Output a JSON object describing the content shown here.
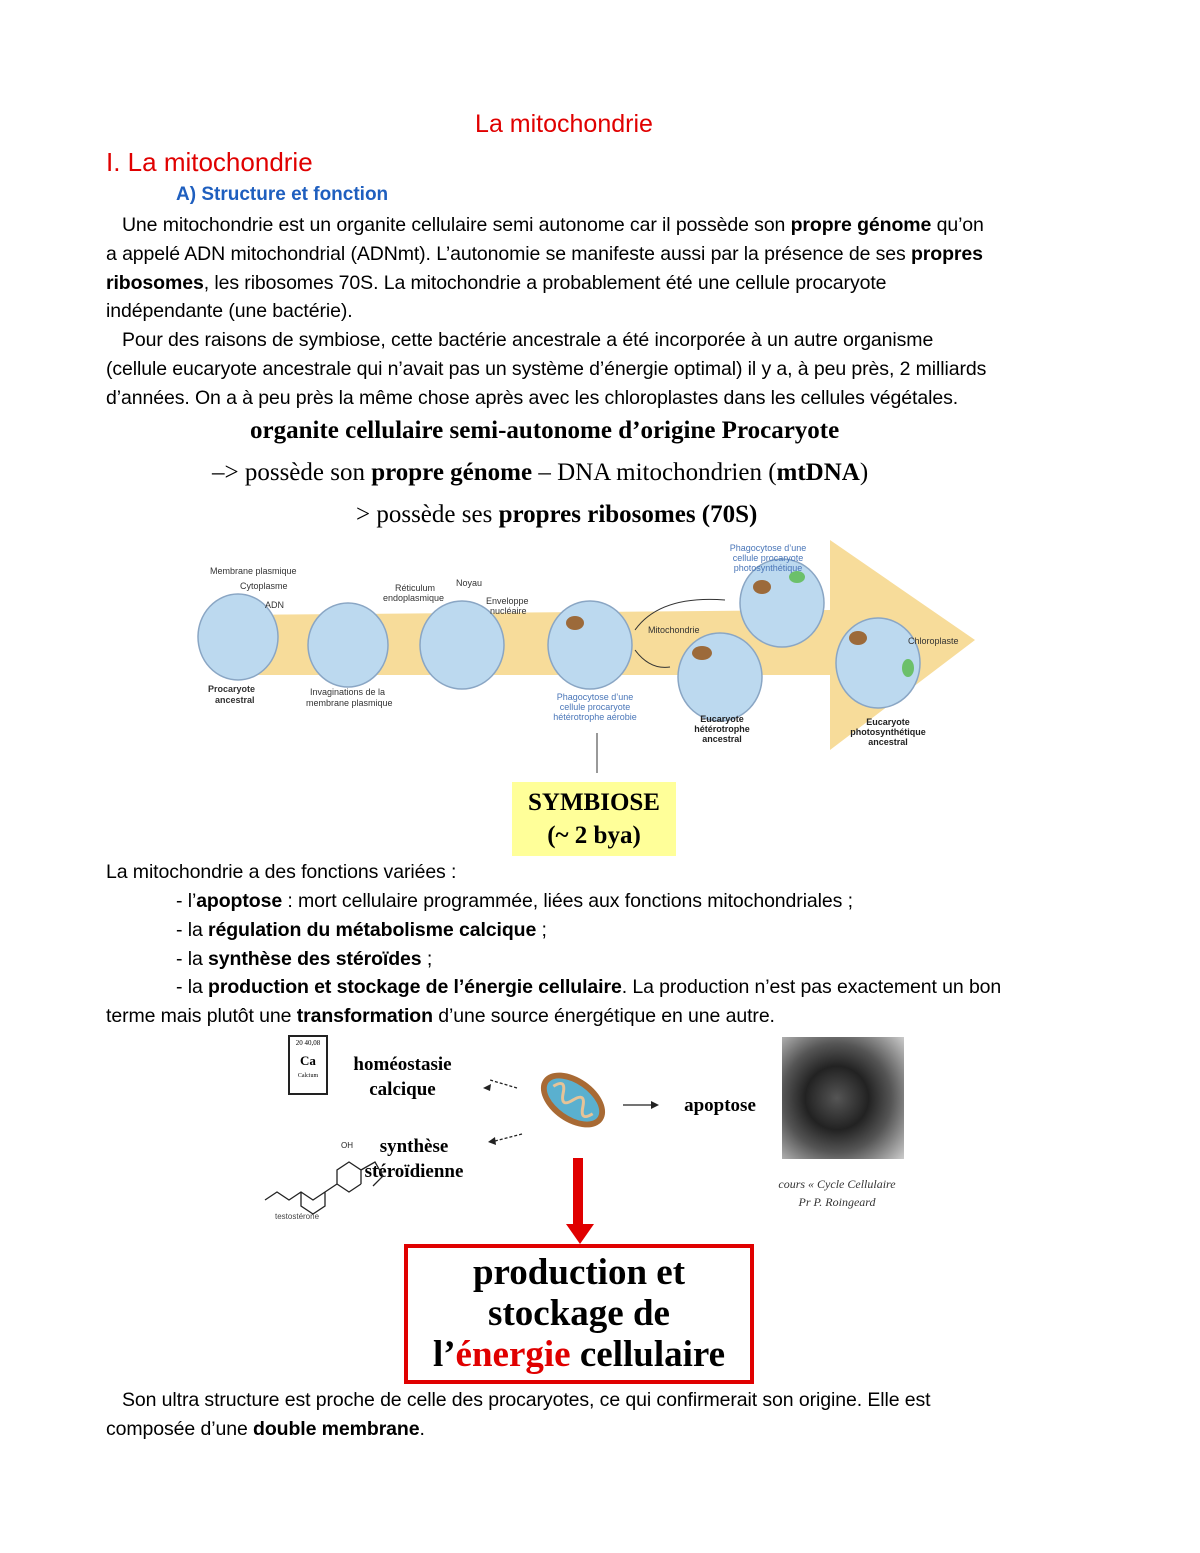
{
  "title": "La mitochondrie",
  "heading1": "I. La mitochondrie",
  "heading2": "A) Structure et fonction",
  "para1": [
    [
      {
        "t": "   Une mitochondrie est un organite cellulaire semi autonome car il possède son "
      },
      {
        "t": "propre génome",
        "b": true
      },
      {
        "t": " qu’on"
      }
    ],
    [
      {
        "t": "a appelé ADN mitochondrial (ADNmt). L’autonomie se manifeste aussi par la présence de ses "
      },
      {
        "t": "propres",
        "b": true
      }
    ],
    [
      {
        "t": "ribosomes",
        "b": true
      },
      {
        "t": ", les ribosomes 70S. La mitochondrie a probablement été une cellule procaryote"
      }
    ],
    [
      {
        "t": "indépendante (une bactérie)."
      }
    ],
    [
      {
        "t": "   Pour des raisons de symbiose, cette bactérie ancestrale a été incorporée à un autre organisme"
      }
    ],
    [
      {
        "t": "(cellule eucaryote ancestrale qui n’avait pas un système d’énergie optimal) il y a, à peu près, 2 milliards"
      }
    ],
    [
      {
        "t": "d’années. On a à peu près la même chose après avec les chloroplastes dans les cellules végétales."
      }
    ]
  ],
  "figure1": {
    "line1": "organite cellulaire semi-autonome d’origine Procaryote",
    "line2a": "–> possède son ",
    "line2b": "propre génome",
    "line2c": " – DNA mitochondrien (",
    "line2d": "mtDNA",
    "line2e": ")",
    "line3a": "> possède ses ",
    "line3b": "propres ribosomes (70S)",
    "labels": {
      "membrane": "Membrane plasmique",
      "cytoplasme": "Cytoplasme",
      "adn": "ADN",
      "procaryote1": "Procaryote",
      "procaryote2": "ancestral",
      "invag1": "Invaginations de la",
      "invag2": "membrane plasmique",
      "reticulum1": "Réticulum",
      "reticulum2": "endoplasmique",
      "noyau": "Noyau",
      "enveloppe1": "Enveloppe",
      "enveloppe2": "nucléaire",
      "phago1a": "Phagocytose d’une",
      "phago1b": "cellule procaryote",
      "phago1c": "hétérotrophe aérobie",
      "mitochondrie": "Mitochondrie",
      "phago2a": "Phagocytose d’une",
      "phago2b": "cellule procaryote",
      "phago2c": "photosynthétique",
      "euc1a": "Eucaryote",
      "euc1b": "hétérotrophe",
      "euc1c": "ancestral",
      "chloroplaste": "Chloroplaste",
      "euc2a": "Eucaryote",
      "euc2b": "photosynthétique",
      "euc2c": "ancestral"
    },
    "symbiose1": "SYMBIOSE",
    "symbiose2": "(~ 2 bya)"
  },
  "para2_intro": "La mitochondrie a des fonctions variées :",
  "list": [
    [
      {
        "t": "- l’"
      },
      {
        "t": "apoptose",
        "b": true
      },
      {
        "t": " : mort cellulaire programmée, liées aux fonctions mitochondriales ;"
      }
    ],
    [
      {
        "t": "- la "
      },
      {
        "t": "régulation du métabolisme calcique",
        "b": true
      },
      {
        "t": " ;"
      }
    ],
    [
      {
        "t": "- la "
      },
      {
        "t": "synthèse des stéroïdes",
        "b": true
      },
      {
        "t": " ;"
      }
    ],
    [
      {
        "t": "- la "
      },
      {
        "t": "production et stockage de l’énergie cellulaire",
        "b": true
      },
      {
        "t": ". La production n’est pas exactement un bon"
      }
    ]
  ],
  "list_cont": [
    {
      "t": "terme mais plutôt une "
    },
    {
      "t": "transformation",
      "b": true
    },
    {
      "t": " d’une source énergétique en une autre."
    }
  ],
  "figure2": {
    "ca_top": "20   40,08",
    "ca_symbol": "Ca",
    "ca_name": "Calcium",
    "homeo1": "homéostasie",
    "homeo2": "calcique",
    "synth1": "synthèse",
    "synth2": "stéroïdienne",
    "testo": "testostérone",
    "oh": "OH",
    "apoptose": "apoptose",
    "credit1": "cours « Cycle Cellulaire",
    "credit2": "Pr P. Roingeard",
    "prod1": "production et",
    "prod2": "stockage de",
    "prod3a": "l’",
    "prod3b": "énergie",
    "prod3c": " cellulaire"
  },
  "para3": [
    [
      {
        "t": "   Son ultra structure est proche de celle des procaryotes, ce qui confirmerait son origine. Elle est"
      }
    ],
    [
      {
        "t": "composée d’une "
      },
      {
        "t": "double membrane",
        "b": true
      },
      {
        "t": "."
      }
    ]
  ],
  "colors": {
    "heading_red": "#e00000",
    "subheading_blue": "#1f5fbf",
    "symbiose_bg": "#ffff99",
    "arrow_yellow": "#f7dc9a",
    "cell_blue": "#bcd9ef"
  }
}
